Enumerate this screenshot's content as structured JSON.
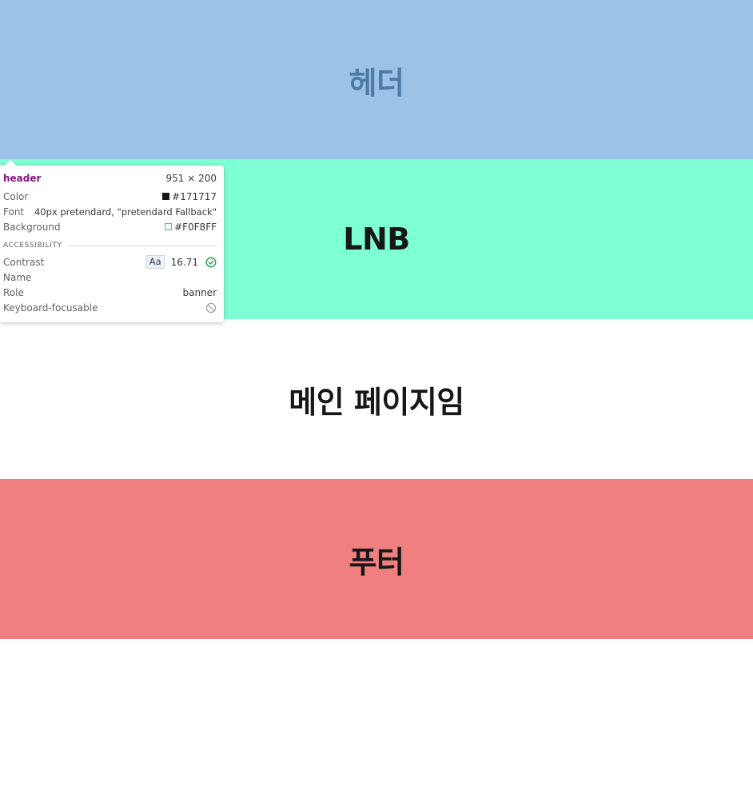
{
  "page": {
    "header_text": "헤더",
    "lnb_text": "LNB",
    "main_text": "메인 페이지임",
    "footer_text": "푸터"
  },
  "tooltip": {
    "tag": "header",
    "dimensions": "951 × 200",
    "color_label": "Color",
    "color_value": "#171717",
    "font_label": "Font",
    "font_value": "40px pretendard, \"pretendard Fallback\"",
    "background_label": "Background",
    "background_value": "#F0F8FF",
    "accessibility_heading": "ACCESSIBILITY",
    "contrast_label": "Contrast",
    "contrast_badge": "Aa",
    "contrast_value": "16.71",
    "name_label": "Name",
    "name_value": "",
    "role_label": "Role",
    "role_value": "banner",
    "keyboard_label": "Keyboard-focusable",
    "icons": {
      "contrast_status": "check-circle-icon",
      "keyboard_status": "not-allowed-icon"
    }
  },
  "colors": {
    "header_bg": "#9cc3e6",
    "lnb_bg": "#7fffd4",
    "main_bg": "#ffffff",
    "footer_bg": "#f08080",
    "text": "#171717",
    "tag": "#881280",
    "check": "#1a9c3c"
  }
}
